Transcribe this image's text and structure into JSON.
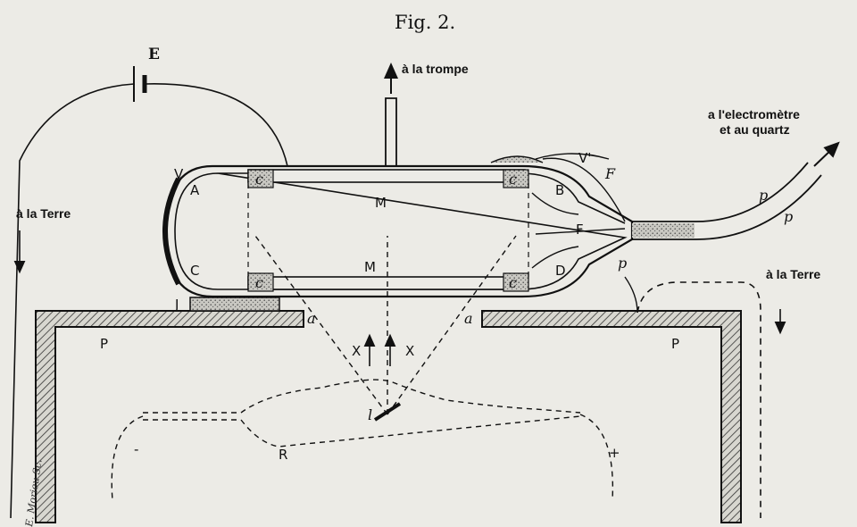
{
  "figure": {
    "title": "Fig. 2.",
    "labels": {
      "battery": "E",
      "earth_left": "à la Terre",
      "pump": "à la trompe",
      "electrometer_line1": "a l'electromètre",
      "electrometer_line2": "et au quartz",
      "earth_right": "à la Terre",
      "v": "V",
      "v_prime": "V'",
      "a_upper": "A",
      "b_upper": "B",
      "c_lower": "C",
      "d_lower": "D",
      "m_upper": "M",
      "m_lower": "M",
      "f_wire": "F",
      "c_tl": "c",
      "c_tr": "c",
      "c_bl": "c",
      "c_br": "c",
      "f_upper": "F",
      "p_mid": "p",
      "p_tube1": "p",
      "p_tube2": "p",
      "j": "J",
      "a_left": "a",
      "a_right": "a",
      "p_left": "P",
      "p_right": "P",
      "x_left": "X",
      "x_right": "X",
      "l": "l",
      "r": "R",
      "minus": "-",
      "plus": "+",
      "signature": "E. Morieu Sc."
    }
  }
}
